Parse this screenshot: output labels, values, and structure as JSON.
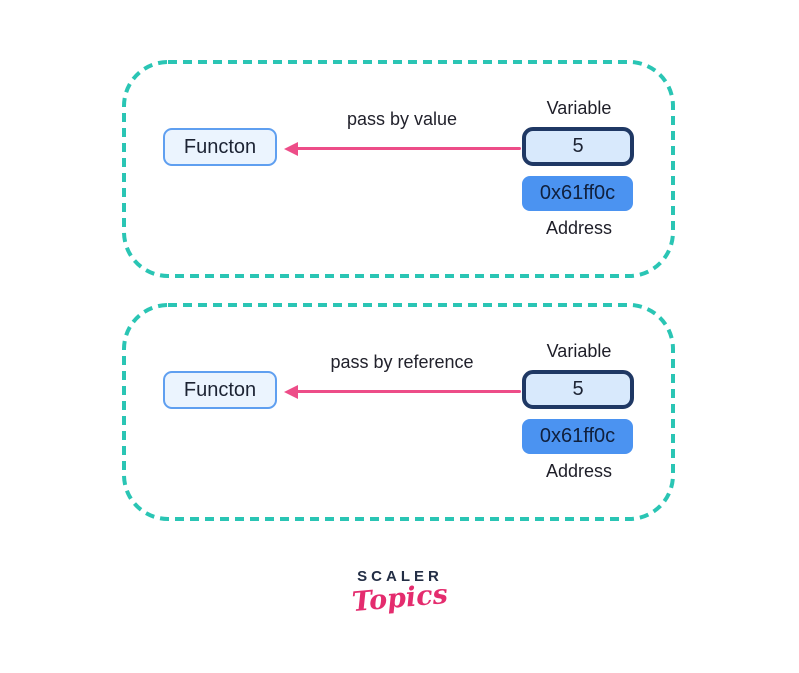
{
  "colors": {
    "teal_border": "#2AC5B4",
    "pink": "#ED4D88",
    "function_box_bg": "#EBF4FE",
    "function_box_border": "#5F9FF0",
    "variable_box_bg": "#D8E9FC",
    "variable_box_border": "#1F3864",
    "address_box_bg": "#4B93F1",
    "text_dark": "#1C2333",
    "logo_navy": "#232E45",
    "logo_pink": "#E42C6E"
  },
  "panels": [
    {
      "id": "pass-by-value",
      "function_label": "Functon",
      "arrow_label": "pass by value",
      "variable_label": "Variable",
      "variable_value": "5",
      "address_value": "0x61ff0c",
      "address_label": "Address"
    },
    {
      "id": "pass-by-reference",
      "function_label": "Functon",
      "arrow_label": "pass by reference",
      "variable_label": "Variable",
      "variable_value": "5",
      "address_value": "0x61ff0c",
      "address_label": "Address"
    }
  ],
  "logo": {
    "brand": "SCALER",
    "sub": "Topics"
  }
}
